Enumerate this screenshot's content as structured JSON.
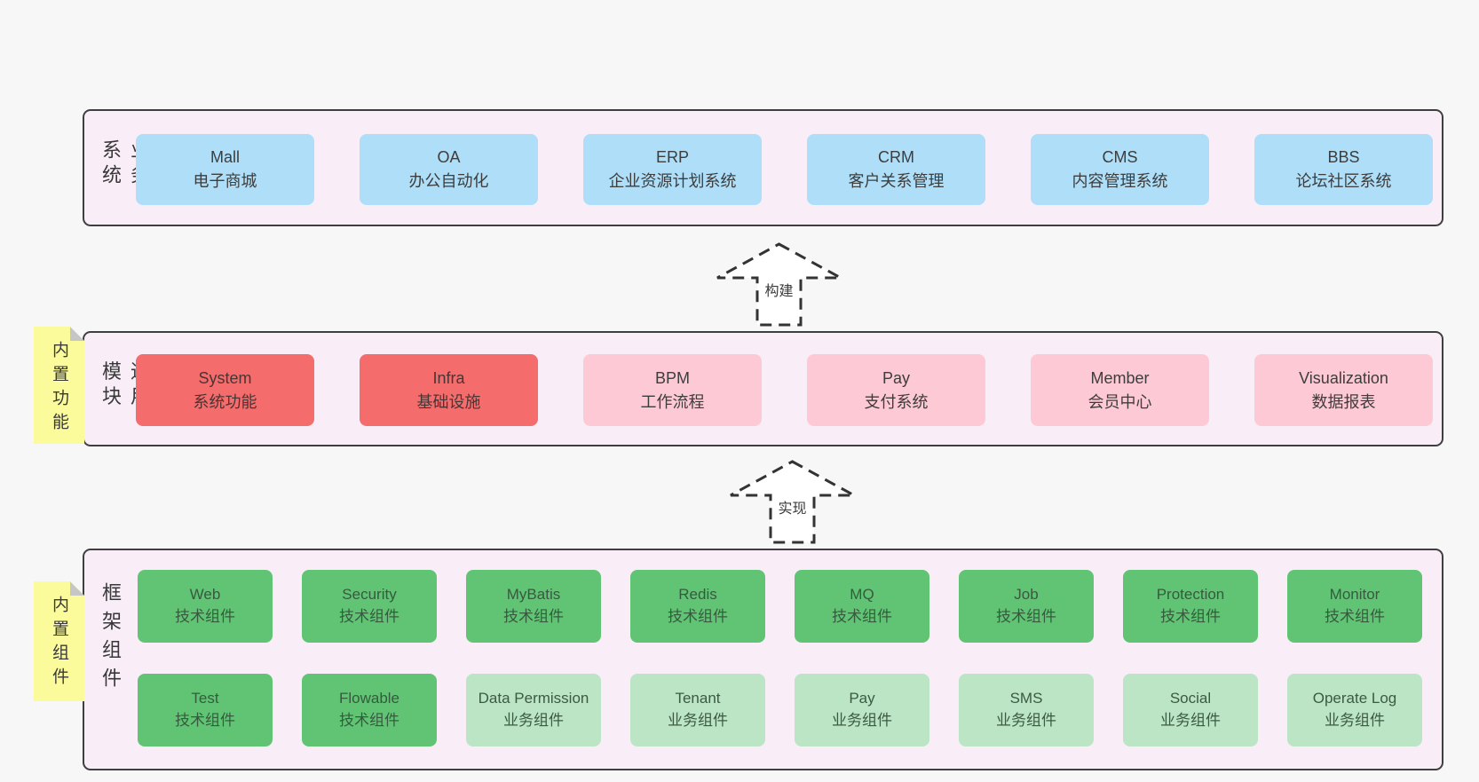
{
  "colors": {
    "page_bg": "#f7f7f7",
    "layer_bg": "#f9eef7",
    "layer_border": "#3f3f3f",
    "business_box": "#aedef8",
    "core_module_box": "#f56c6c",
    "module_box": "#fdc9d4",
    "tech_component_box": "#61c475",
    "biz_component_box": "#bce5c6",
    "sticky_note": "#fbfb9b"
  },
  "arrows": [
    {
      "label": "构建"
    },
    {
      "label": "实现"
    }
  ],
  "layers": [
    {
      "label": "业务系统",
      "boxes": [
        {
          "title": "Mall",
          "subtitle": "电子商城"
        },
        {
          "title": "OA",
          "subtitle": "办公自动化"
        },
        {
          "title": "ERP",
          "subtitle": "企业资源计划系统"
        },
        {
          "title": "CRM",
          "subtitle": "客户关系管理"
        },
        {
          "title": "CMS",
          "subtitle": "内容管理系统"
        },
        {
          "title": "BBS",
          "subtitle": "论坛社区系统"
        }
      ]
    },
    {
      "label": "通用模块",
      "sticky": "内置功能",
      "boxes": [
        {
          "title": "System",
          "subtitle": "系统功能"
        },
        {
          "title": "Infra",
          "subtitle": "基础设施"
        },
        {
          "title": "BPM",
          "subtitle": "工作流程"
        },
        {
          "title": "Pay",
          "subtitle": "支付系统"
        },
        {
          "title": "Member",
          "subtitle": "会员中心"
        },
        {
          "title": "Visualization",
          "subtitle": "数据报表"
        }
      ]
    },
    {
      "label": "框架组件",
      "sticky": "内置组件",
      "boxes": [
        {
          "title": "Web",
          "subtitle": "技术组件"
        },
        {
          "title": "Security",
          "subtitle": "技术组件"
        },
        {
          "title": "MyBatis",
          "subtitle": "技术组件"
        },
        {
          "title": "Redis",
          "subtitle": "技术组件"
        },
        {
          "title": "MQ",
          "subtitle": "技术组件"
        },
        {
          "title": "Job",
          "subtitle": "技术组件"
        },
        {
          "title": "Protection",
          "subtitle": "技术组件"
        },
        {
          "title": "Monitor",
          "subtitle": "技术组件"
        },
        {
          "title": "Test",
          "subtitle": "技术组件"
        },
        {
          "title": "Flowable",
          "subtitle": "技术组件"
        },
        {
          "title": "Data Permission",
          "subtitle": "业务组件"
        },
        {
          "title": "Tenant",
          "subtitle": "业务组件"
        },
        {
          "title": "Pay",
          "subtitle": "业务组件"
        },
        {
          "title": "SMS",
          "subtitle": "业务组件"
        },
        {
          "title": "Social",
          "subtitle": "业务组件"
        },
        {
          "title": "Operate Log",
          "subtitle": "业务组件"
        }
      ]
    }
  ]
}
